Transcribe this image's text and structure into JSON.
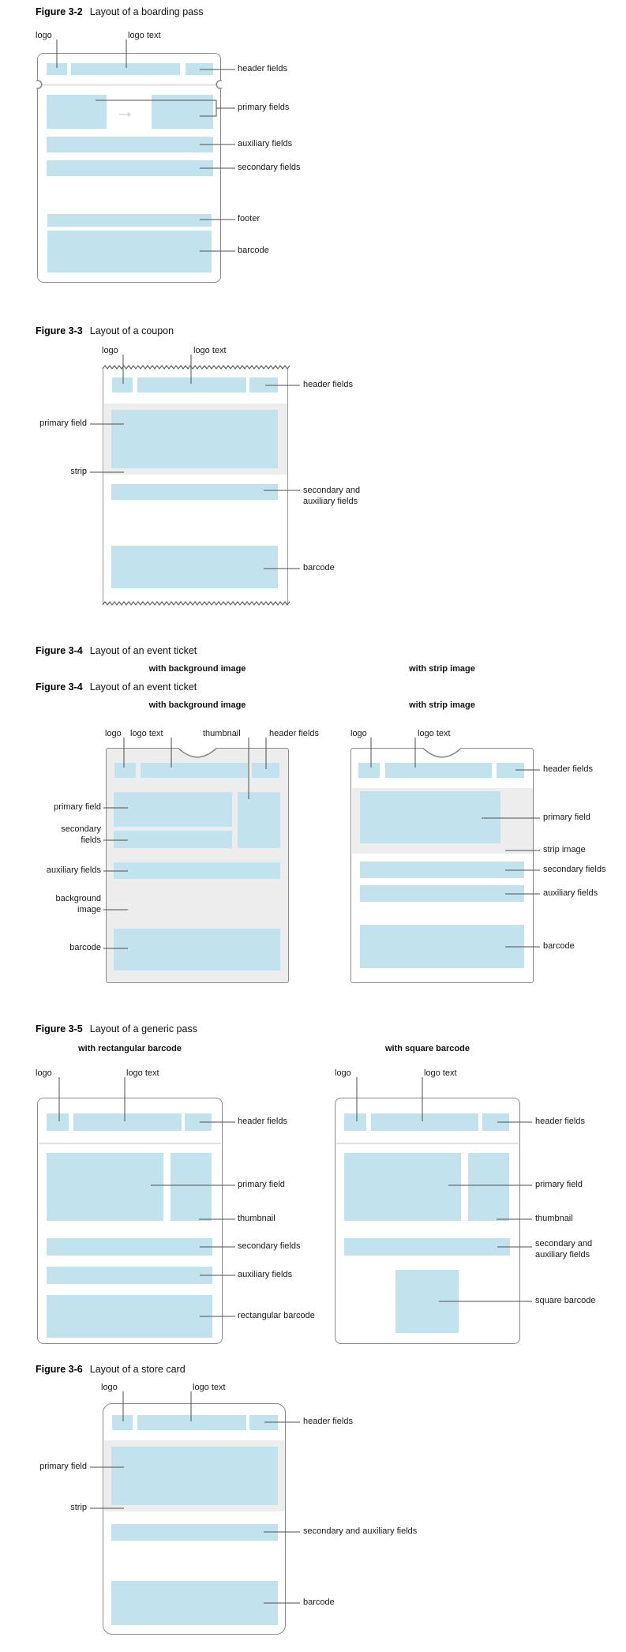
{
  "document": {
    "title": "Pass layout figures"
  },
  "colors": {
    "field_blue": "#c2e2ee",
    "background_gray": "#ededed",
    "pass_border": "#8a8a8a",
    "callout_line": "#4d4d4d",
    "divider": "#e2e2e2"
  },
  "figures": [
    {
      "number": "Figure 3-2",
      "caption": "Layout of a boarding pass",
      "labels": {
        "logo": "logo",
        "logo_text": "logo text",
        "header_fields": "header fields",
        "primary_fields": "primary fields",
        "auxiliary_fields": "auxiliary fields",
        "secondary_fields": "secondary fields",
        "footer": "footer",
        "barcode": "barcode"
      }
    },
    {
      "number": "Figure 3-3",
      "caption": "Layout of a coupon",
      "labels": {
        "logo": "logo",
        "logo_text": "logo text",
        "header_fields": "header fields",
        "primary_field": "primary field",
        "strip": "strip",
        "secondary_aux_1": "secondary and",
        "secondary_aux_2": "auxiliary fields",
        "barcode": "barcode"
      }
    },
    {
      "number": "Figure 3-4",
      "caption": "Layout of an event ticket",
      "subtitle_left": "with background image",
      "subtitle_right": "with strip image",
      "left": {
        "labels": {
          "logo": "logo",
          "logo_text": "logo text",
          "thumbnail": "thumbnail",
          "header_fields": "header fields",
          "primary_field": "primary field",
          "secondary_1": "secondary",
          "secondary_2": "fields",
          "auxiliary_fields": "auxiliary fields",
          "background_1": "background",
          "background_2": "image",
          "barcode": "barcode"
        }
      },
      "right": {
        "labels": {
          "logo": "logo",
          "logo_text": "logo text",
          "header_fields": "header fields",
          "primary_field": "primary field",
          "strip_image": "strip image",
          "secondary_fields": "secondary fields",
          "auxiliary_fields": "auxiliary fields",
          "barcode": "barcode"
        }
      }
    },
    {
      "number": "Figure 3-5",
      "caption": "Layout of a generic pass",
      "subtitle_left": "with rectangular barcode",
      "subtitle_right": "with square barcode",
      "left": {
        "labels": {
          "logo": "logo",
          "logo_text": "logo text",
          "header_fields": "header fields",
          "primary_field": "primary field",
          "thumbnail": "thumbnail",
          "secondary_fields": "secondary fields",
          "auxiliary_fields": "auxiliary fields",
          "barcode": "rectangular barcode"
        }
      },
      "right": {
        "labels": {
          "logo": "logo",
          "logo_text": "logo text",
          "header_fields": "header fields",
          "primary_field": "primary field",
          "thumbnail": "thumbnail",
          "secondary_aux_1": "secondary and",
          "secondary_aux_2": "auxiliary fields",
          "barcode": "square barcode"
        }
      }
    },
    {
      "number": "Figure 3-6",
      "caption": "Layout of a store card",
      "labels": {
        "logo": "logo",
        "logo_text": "logo text",
        "header_fields": "header fields",
        "primary_field": "primary field",
        "strip": "strip",
        "secondary_aux": "secondary and auxiliary fields",
        "barcode": "barcode"
      }
    }
  ]
}
